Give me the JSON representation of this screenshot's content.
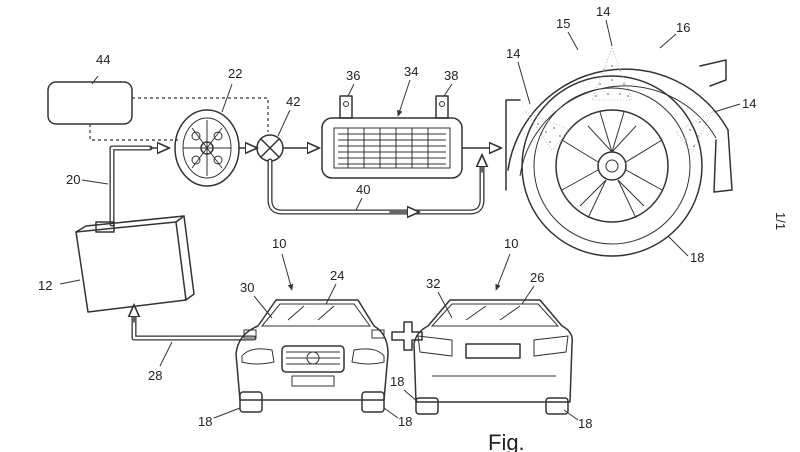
{
  "figure": {
    "sheet_number": "1/1",
    "caption": "Fig.",
    "labels": {
      "controller": "44",
      "pump": "22",
      "valve": "42",
      "cooler_inlet": "36",
      "cooler": "34",
      "cooler_outlet": "38",
      "bypass": "40",
      "feed_line": "20",
      "tank": "12",
      "return_line": "28",
      "nozzle_top": "14",
      "nozzle_left": "14",
      "nozzle_right": "14",
      "wheel_arch": "15",
      "fender": "16",
      "tire_wheel": "18",
      "vehicle_front": "10",
      "vehicle_rear": "10",
      "windshield": "24",
      "rear_window": "26",
      "front_panel": "30",
      "rear_panel": "32",
      "tire_front_left": "18",
      "tire_front_right": "18",
      "tire_rear_left": "18",
      "tire_rear_right": "18"
    }
  }
}
